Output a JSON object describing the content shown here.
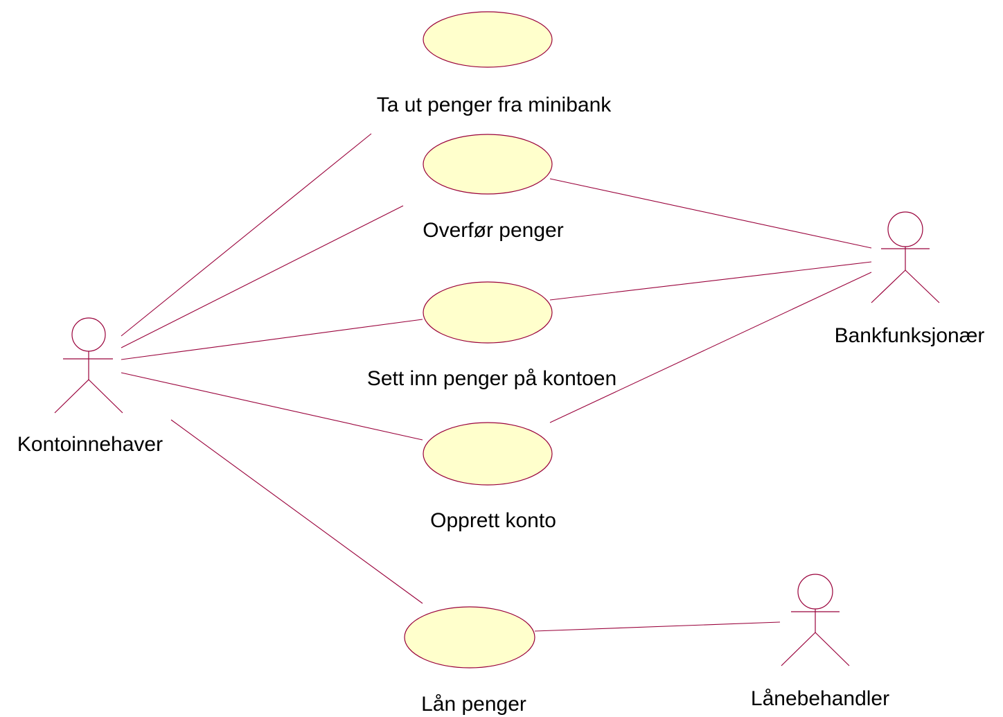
{
  "use_cases": {
    "withdraw": "Ta ut penger fra minibank",
    "transfer": "Overfør penger",
    "deposit": "Sett inn penger på kontoen",
    "open_account": "Opprett konto",
    "loan": "Lån penger"
  },
  "actors": {
    "account_holder": "Kontoinnehaver",
    "bank_clerk": "Bankfunksjonær",
    "loan_officer": "Lånebehandler"
  },
  "colors": {
    "line": "#99003a",
    "usecase_fill": "#ffffcc",
    "background": "#ffffff"
  }
}
